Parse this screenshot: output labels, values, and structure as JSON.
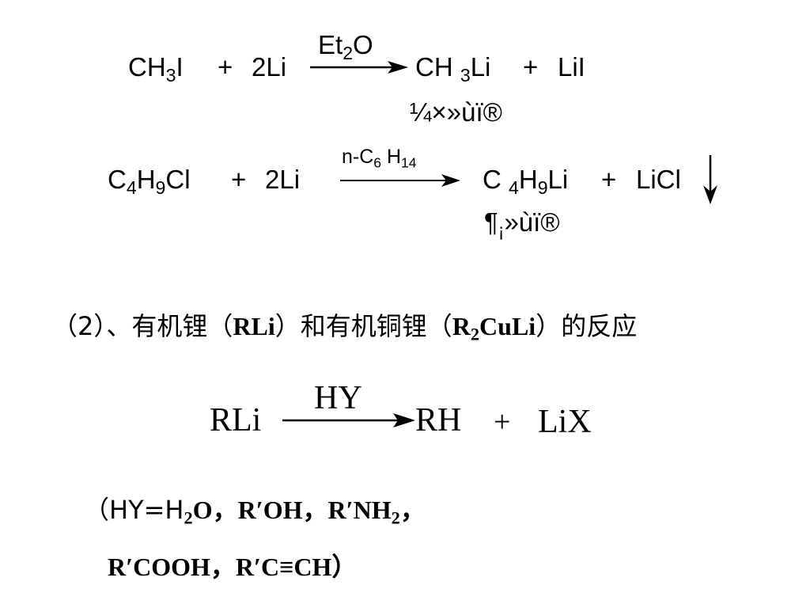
{
  "reaction1": {
    "reactant1": {
      "main": "CH",
      "sub": "3",
      "tail": "I"
    },
    "plus1": "+",
    "reactant2": "2Li",
    "solvent": {
      "main": "Et",
      "sub": "2",
      "tail": "O"
    },
    "product1": {
      "main": "CH ",
      "sub": "3",
      "tail": "Li"
    },
    "plus2": "+",
    "product2": "LiI",
    "garbled_label": "¼×»ùï®"
  },
  "reaction2": {
    "reactant1": {
      "a": "C",
      "s1": "4",
      "b": "H",
      "s2": "9",
      "c": "Cl"
    },
    "plus1": "+",
    "reactant2": "2Li",
    "solvent": {
      "a": "n-C",
      "s1": "6",
      "b": " H",
      "s2": "14"
    },
    "product1": {
      "a": "C ",
      "s1": "4",
      "b": "H",
      "s2": "9",
      "c": "Li"
    },
    "plus2": "+",
    "product2": "LiCl",
    "garbled_label": {
      "a": "¶",
      "s": "¡",
      "b": "»ùï®"
    }
  },
  "section_heading": {
    "prefix": "（2）、有机锂（",
    "rli": "RLi",
    "middle": "）和有机铜锂（",
    "r": "R",
    "sub": "2",
    "culi": "CuLi",
    "suffix": "）的反应"
  },
  "reaction3": {
    "reactant": "RLi",
    "reagent": "HY",
    "product1": "RH",
    "plus": "+",
    "product2": "LiX"
  },
  "note": {
    "line1": {
      "a": "（HY=H",
      "s1": "2",
      "b": "O，R′OH，R′NH",
      "s2": "2",
      "c": "，"
    },
    "line2": "R′COOH，R′C≡CH）"
  }
}
